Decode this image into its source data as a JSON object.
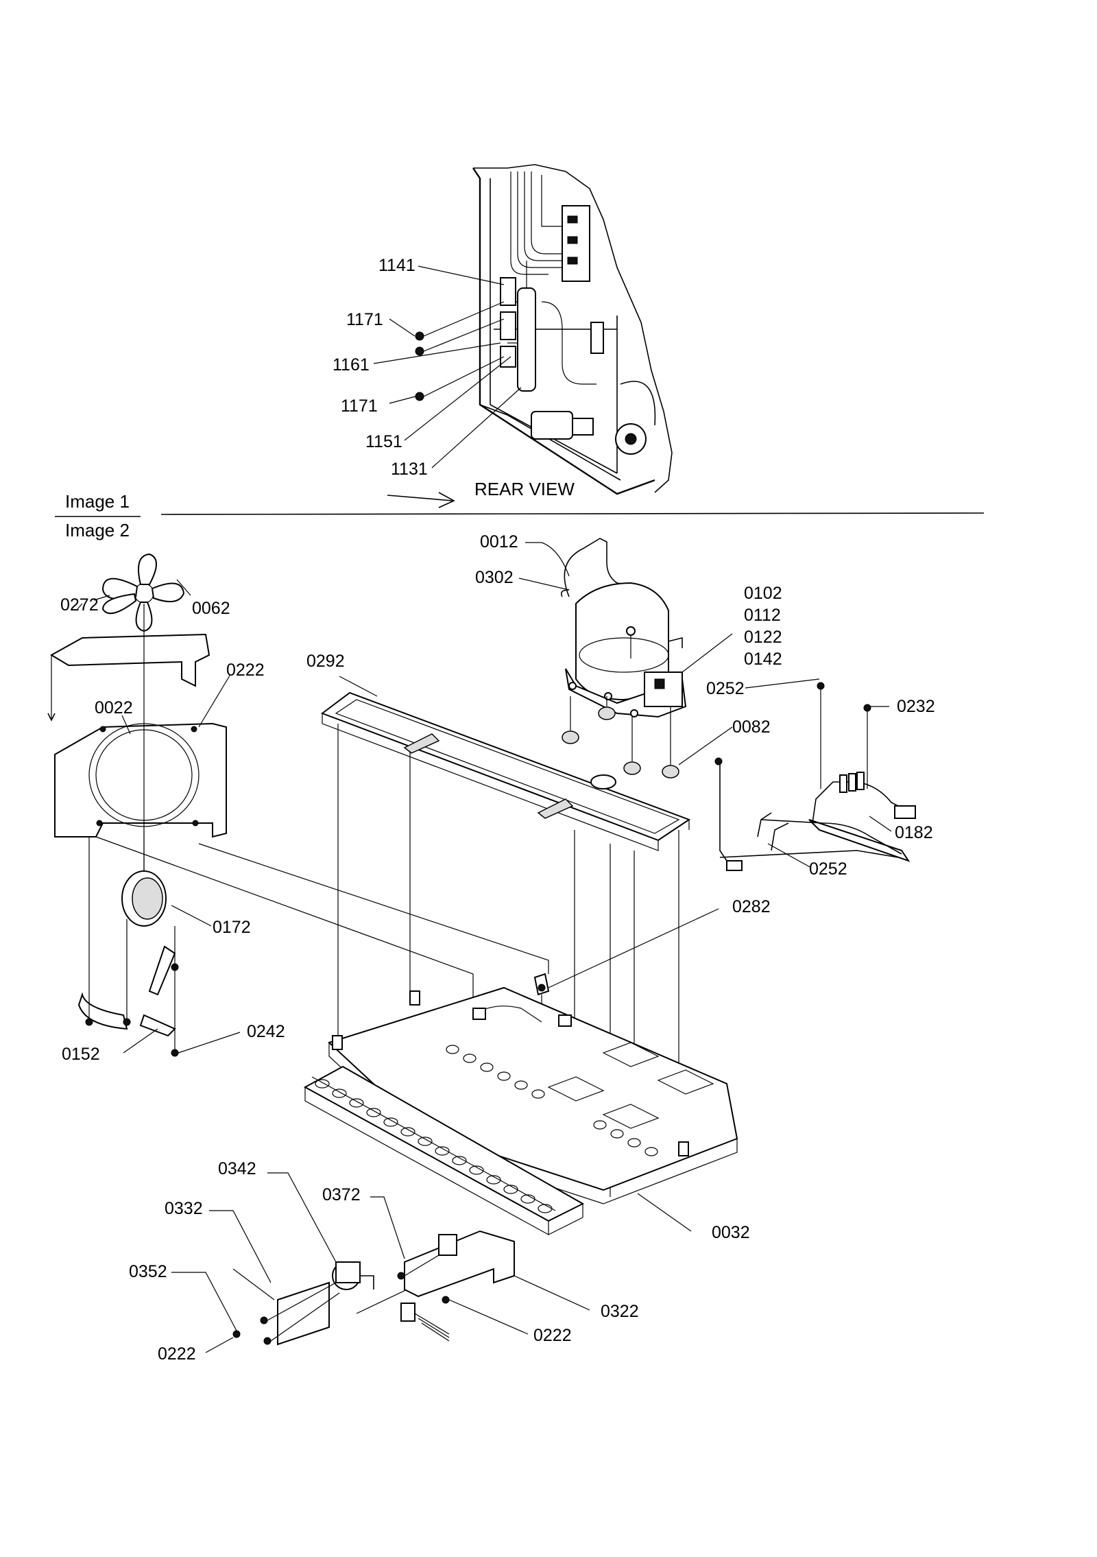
{
  "header": {
    "image1_label": "Image 1",
    "image2_label": "Image 2",
    "rear_view_label": "REAR VIEW"
  },
  "rear_view_callouts": [
    "1141",
    "1171",
    "1161",
    "1171",
    "1151",
    "1131"
  ],
  "main_callouts": {
    "p0012": "0012",
    "p0302": "0302",
    "p0102": "0102",
    "p0112": "0112",
    "p0122": "0122",
    "p0142": "0142",
    "p0252a": "0252",
    "p0232": "0232",
    "p0082": "0082",
    "p0182": "0182",
    "p0252b": "0252",
    "p0282": "0282",
    "p0292": "0292",
    "p0272": "0272",
    "p0062": "0062",
    "p0222a": "0222",
    "p0022": "0022",
    "p0172": "0172",
    "p0152": "0152",
    "p0242": "0242",
    "p0032": "0032",
    "p0342": "0342",
    "p0332": "0332",
    "p0372": "0372",
    "p0352": "0352",
    "p0322": "0322",
    "p0222b": "0222",
    "p0222c": "0222"
  }
}
